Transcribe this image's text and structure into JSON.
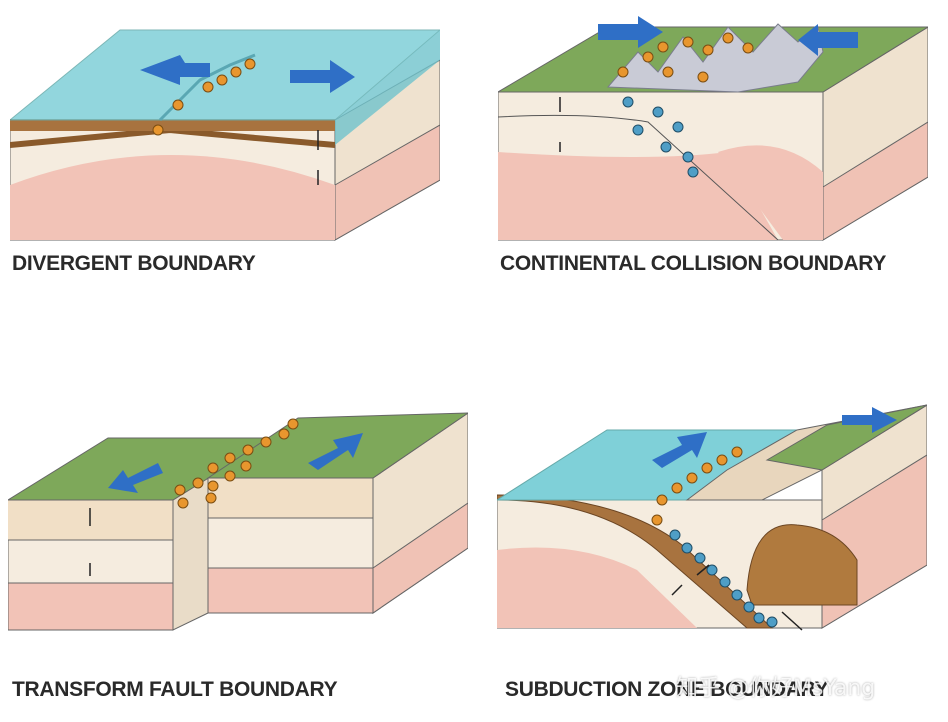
{
  "panels": {
    "divergent": {
      "caption": "DIVERGENT BOUNDARY"
    },
    "collision": {
      "caption": "CONTINENTAL COLLISION BOUNDARY"
    },
    "transform": {
      "caption": "TRANSFORM FAULT BOUNDARY"
    },
    "subduction": {
      "caption": "SUBDUCTION ZONE BOUNDARY"
    }
  },
  "watermark": "知乎 @你好MsYang",
  "colors": {
    "water": "#5fc4cf",
    "grass": "#6f9a4a",
    "crust_brown": "#a8733f",
    "rock_light": "#f3e7d6",
    "mantle_pink": "#f2b8b2",
    "arrow_blue": "#2f6fc6",
    "quake_orange": "#e8962e",
    "quake_blue": "#4f9ec6"
  }
}
